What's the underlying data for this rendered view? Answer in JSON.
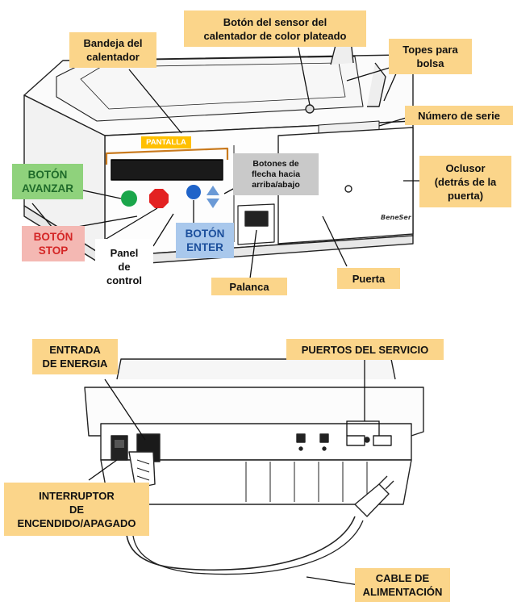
{
  "labels": {
    "bandeja": "Bandeja del\ncalentador",
    "boton_sensor": "Botón del sensor del\ncalentador de color plateado",
    "topes": "Topes para\nbolsa",
    "numero_serie": "Número de serie",
    "pantalla": "PANTALLA",
    "boton_avanzar": "BOTÓN\nAVANZAR",
    "botones_flecha": "Botones de\nflecha hacia\narriba/abajo",
    "oclusor": "Oclusor\n(detrás de la\npuerta)",
    "boton_stop": "BOTÓN\nSTOP",
    "panel_control": "Panel\nde\ncontrol",
    "boton_enter": "BOTÓN\nENTER",
    "palanca": "Palanca",
    "puerta": "Puerta",
    "entrada_energia": "ENTRADA\nDE ENERGIA",
    "puertos_servicio": "PUERTOS DEL SERVICIO",
    "interruptor": "INTERRUPTOR\nDE\nENCENDIDO/APAGADO",
    "cable_alimentacion": "CABLE DE\nALIMENTACIÓN"
  },
  "brand_mark": "BeneSer",
  "colors": {
    "label_bg": "#fbd58a",
    "green_button": "#1aa64a",
    "red_button": "#e32222",
    "blue_button": "#1f63c9",
    "arrow_blue": "#6b9ad6",
    "display_bracket": "#c97a1e"
  }
}
